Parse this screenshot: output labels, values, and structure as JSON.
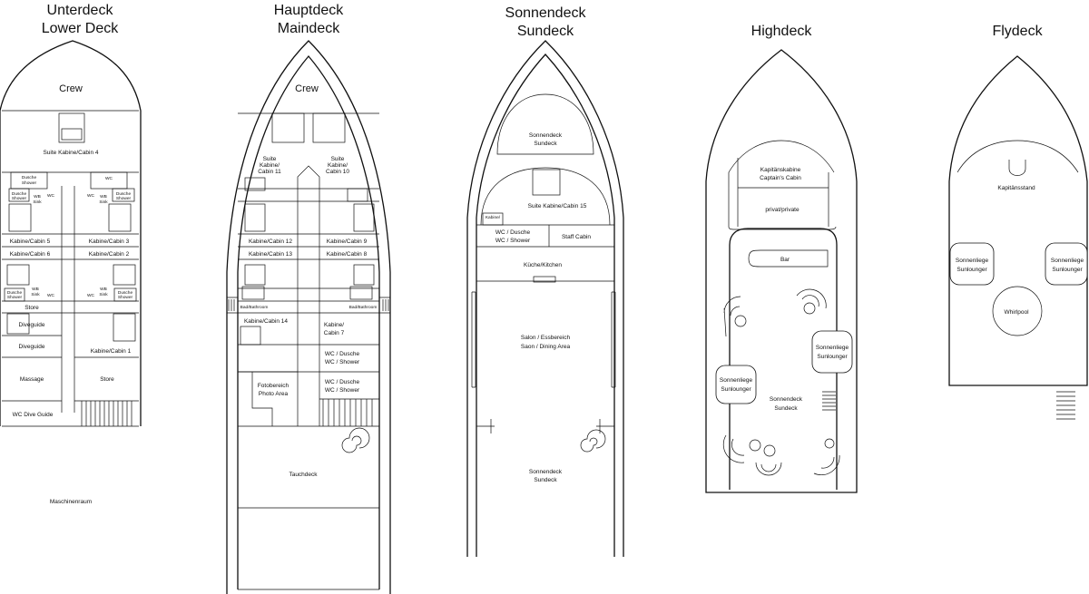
{
  "decks": [
    {
      "title_de": "Unterdeck",
      "title_en": "Lower Deck",
      "rooms": {
        "crew": "Crew",
        "suite4": "Suite Kabine/Cabin 4",
        "dusche": "Dusche",
        "shower": "Shower",
        "wb": "WB",
        "sink": "Sink",
        "wc": "WC",
        "cabin5": "Kabine/Cabin 5",
        "cabin3": "Kabine/Cabin 3",
        "cabin6": "Kabine/Cabin 6",
        "cabin2": "Kabine/Cabin 2",
        "store": "Store",
        "diveguide": "Diveguide",
        "cabin1": "Kabine/Cabin 1",
        "massage": "Massage",
        "wc_dive_guide": "WC Dive Guide",
        "maschinenraum": "Maschinenraum"
      }
    },
    {
      "title_de": "Hauptdeck",
      "title_en": "Maindeck",
      "rooms": {
        "crew": "Crew",
        "suite": "Suite",
        "kabine": "Kabine/",
        "cabin11": "Cabin 11",
        "cabin10": "Cabin 10",
        "cabin12": "Kabine/Cabin 12",
        "cabin9": "Kabine/Cabin 9",
        "cabin13": "Kabine/Cabin 13",
        "cabin8": "Kabine/Cabin 8",
        "bad": "Bad/Bathroom",
        "cabin14": "Kabine/Cabin 14",
        "cabin7_a": "Kabine/",
        "cabin7_b": "Cabin 7",
        "wc_dusche": "WC / Dusche",
        "wc_shower": "WC / Shower",
        "foto_de": "Fotobereich",
        "foto_en": "Photo Area",
        "tauchdeck": "Tauchdeck"
      }
    },
    {
      "title_de": "Sonnendeck",
      "title_en": "Sundeck",
      "rooms": {
        "sonnendeck": "Sonnendeck",
        "sundeck": "Sundeck",
        "suite15": "Suite Kabine/Cabin 15",
        "wc_dusche": "WC / Dusche",
        "wc_shower": "WC / Shower",
        "staff": "Staff Cabin",
        "kueche": "Küche/Kitchen",
        "salon": "Salon / Essbereich",
        "saon": "Saon / Dining Area"
      }
    },
    {
      "title_de": "Highdeck",
      "title_en": "",
      "rooms": {
        "kapitaen_de": "Kapitänskabine",
        "kapitaen_en": "Captain's Cabin",
        "privat": "privat/private",
        "bar": "Bar",
        "liege": "Sonnenliege",
        "lounger": "Sunlounger",
        "sonnendeck": "Sonnendeck",
        "sundeck": "Sundeck"
      }
    },
    {
      "title_de": "Flydeck",
      "title_en": "",
      "rooms": {
        "kapitaensstand": "Kapitänsstand",
        "liege": "Sonnenliege",
        "lounger": "Sunlounger",
        "whirlpool": "Whirlpool"
      }
    }
  ]
}
